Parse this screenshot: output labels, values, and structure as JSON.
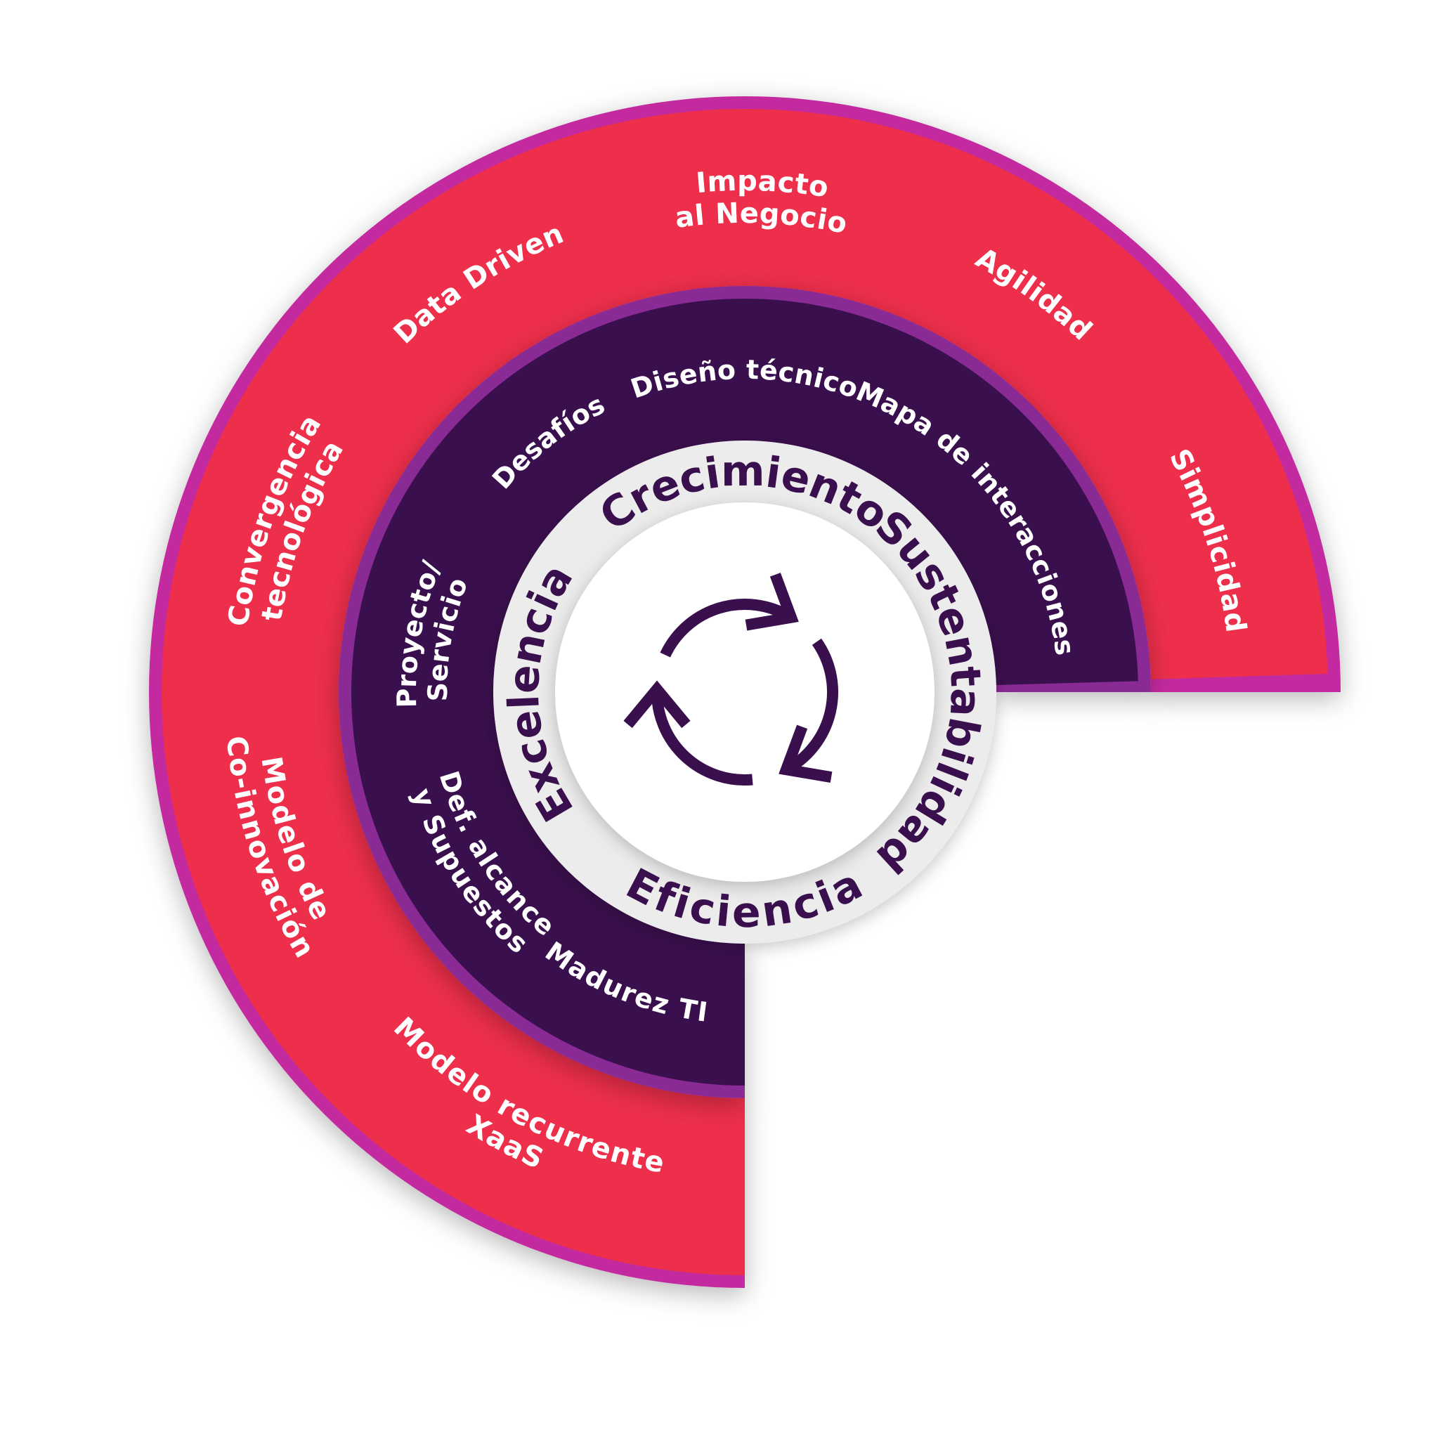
{
  "colors": {
    "outer_ring": "#ee2f4b",
    "outer_ring_edge": "#c4299f",
    "middle_ring": "#3a0f4d",
    "middle_ring_edge": "#8a2a94",
    "inner_ring": "#ececec",
    "core": "#ffffff",
    "inner_text": "#3a0f4d",
    "icon": "#3a0f4d"
  },
  "outer_ring": {
    "items": [
      {
        "lines": [
          "Modelo recurrente",
          "XaaS"
        ]
      },
      {
        "lines": [
          "Modelo de",
          "Co-innovación"
        ]
      },
      {
        "lines": [
          "Convergencia",
          "tecnológica"
        ]
      },
      {
        "lines": [
          "Data Driven"
        ]
      },
      {
        "lines": [
          "Impacto",
          "al Negocio"
        ]
      },
      {
        "lines": [
          "Agilidad"
        ]
      },
      {
        "lines": [
          "Simplicidad"
        ]
      }
    ]
  },
  "middle_ring": {
    "items": [
      {
        "lines": [
          "Madurez TI"
        ]
      },
      {
        "lines": [
          "Def. alcance",
          "y Supuestos"
        ]
      },
      {
        "lines": [
          "Proyecto/",
          "Servicio"
        ]
      },
      {
        "lines": [
          "Desafíos"
        ]
      },
      {
        "lines": [
          "Diseño técnico"
        ]
      },
      {
        "lines": [
          "Mapa de interacciones"
        ]
      }
    ]
  },
  "inner_ring": {
    "items": [
      {
        "text": "Crecimiento"
      },
      {
        "text": "Sustentabilidad"
      },
      {
        "text": "Eficiencia"
      },
      {
        "text": "Excelencia"
      }
    ]
  },
  "center_icon": "cycle-arrows-icon"
}
